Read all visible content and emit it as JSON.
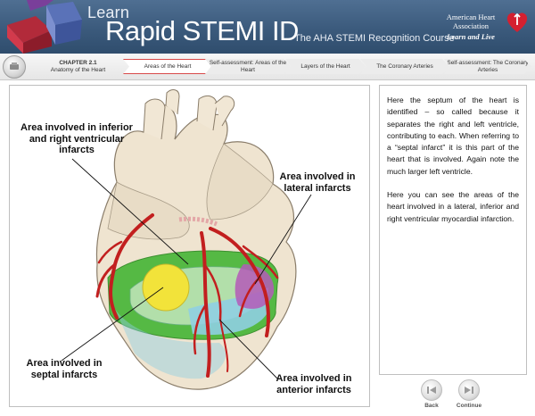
{
  "header": {
    "learn": "Learn",
    "product": "Rapid STEMI ID",
    "course": "The AHA STEMI Recognition Course",
    "org_line1": "American Heart",
    "org_line2": "Association",
    "tagline": "Learn and Live"
  },
  "nav": {
    "chapter_label": "CHAPTER 2.1",
    "chapter_title": "Anatomy of the Heart",
    "steps": [
      {
        "label": "Areas of the Heart",
        "active": true
      },
      {
        "label": "Self-assessment: Areas of the Heart",
        "active": false
      },
      {
        "label": "Layers of the Heart",
        "active": false
      },
      {
        "label": "The Coronary Arteries",
        "active": false
      },
      {
        "label": "Self-assessment: The Coronary Arteries",
        "active": false
      }
    ]
  },
  "figure": {
    "callouts": {
      "inferior": "Area involved in inferior and right ventricular infarcts",
      "lateral": "Area involved in lateral infarcts",
      "septal": "Area involved in septal infarcts",
      "anterior": "Area involved in anterior infarcts"
    }
  },
  "text": {
    "para1": "Here the septum of the heart is identified – so called because it separates the right and left ventricle, contributing to each. When referring to a “septal infarct” it is this part of the heart that is involved. Again note the much larger left ventricle.",
    "para2": "Here you can see the areas of the heart involved in a lateral, inferior and right ventricular myocardial infarction."
  },
  "footer": {
    "back_label": "Back",
    "continue_label": "Continue"
  },
  "colors": {
    "header_blue": "#3b5a7c",
    "active_step_border": "#d84a4a",
    "heart_tissue": "#efe4d0",
    "artery_red": "#c21f1f",
    "zone_green": "#55b944",
    "zone_yellow": "#f2e33a",
    "zone_blue": "#8fcfe2",
    "zone_purple": "#b45ab8"
  }
}
